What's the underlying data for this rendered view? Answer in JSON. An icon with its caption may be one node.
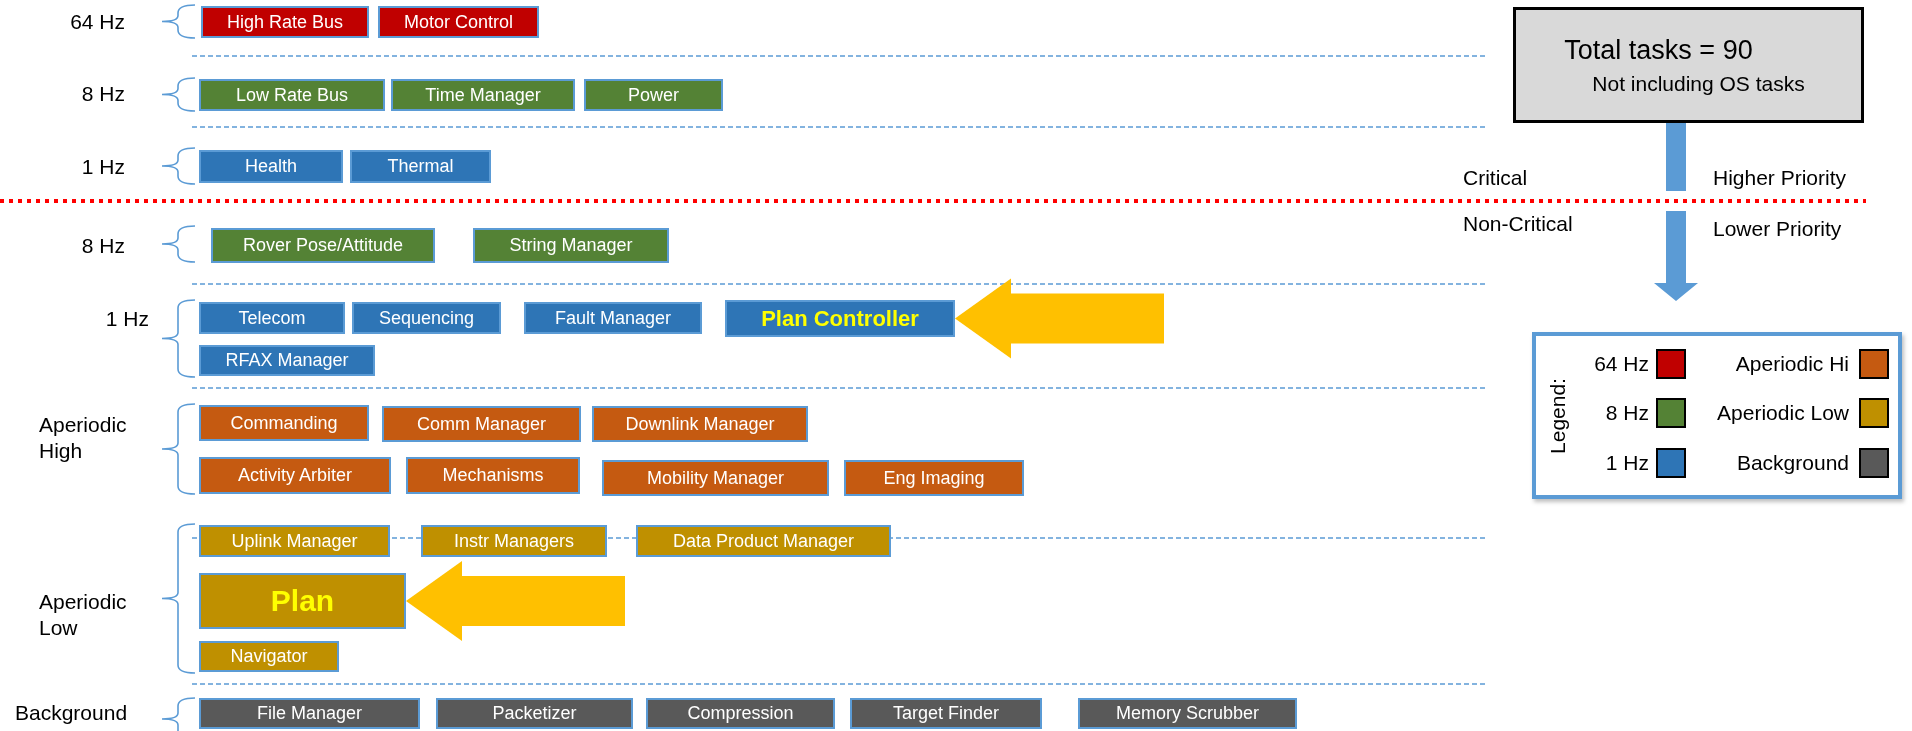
{
  "diagram": {
    "nodes": [
      {
        "text": [
          "High Rate Bus"
        ]
      },
      {
        "text": [
          "Motor Control"
        ]
      },
      {
        "text": [
          "Low Rate Bus"
        ]
      },
      {
        "text": [
          "Time Manager"
        ]
      },
      {
        "text": [
          "Power"
        ]
      },
      {
        "text": [
          "Health"
        ]
      },
      {
        "text": [
          "Thermal"
        ]
      },
      {
        "text": [
          "Rover Pose/Attitude"
        ]
      },
      {
        "text": [
          "String Manager"
        ]
      },
      {
        "text": [
          "Telecom"
        ]
      },
      {
        "text": [
          "Sequencing"
        ]
      },
      {
        "text": [
          "Fault Manager"
        ]
      },
      {
        "text": [
          "Plan Controller"
        ]
      },
      {
        "text": [
          "RFAX Manager"
        ]
      },
      {
        "text": [
          "Commanding"
        ]
      },
      {
        "text": [
          "Comm Manager"
        ]
      },
      {
        "text": [
          "Downlink Manager"
        ]
      },
      {
        "text": [
          "Activity Arbiter"
        ]
      },
      {
        "text": [
          "Mechanisms"
        ]
      },
      {
        "text": [
          "Mobility Manager"
        ]
      },
      {
        "text": [
          "Eng Imaging"
        ]
      },
      {
        "text": [
          "Uplink Manager"
        ]
      },
      {
        "text": [
          "Instr Managers"
        ]
      },
      {
        "text": [
          "Data Product Manager"
        ]
      },
      {
        "text": [
          "Plan"
        ]
      },
      {
        "text": [
          "Navigator"
        ]
      },
      {
        "text": [
          "File Manager"
        ]
      },
      {
        "text": [
          "Packetizer"
        ]
      },
      {
        "text": [
          "Compression"
        ]
      },
      {
        "text": [
          "Target Finder"
        ]
      },
      {
        "text": [
          "Memory Scrubber"
        ]
      },
      {
        "text": [
          "Total tasks = 90",
          "Not including OS tasks"
        ]
      }
    ],
    "edges": [
      {
        "from": null,
        "to": 12,
        "arrow": "to"
      },
      {
        "from": null,
        "to": 24,
        "arrow": "to"
      }
    ],
    "labels": [
      "64 Hz",
      "8 Hz",
      "1 Hz",
      "Critical",
      "Higher Priority",
      "Non-Critical",
      "Lower Priority",
      "8 Hz",
      "1 Hz",
      "Aperiodic High",
      "Aperiodic Low",
      "Background",
      "Legend:"
    ],
    "legend": [
      {
        "text": "64 Hz",
        "color": "#c00000"
      },
      {
        "text": "8 Hz",
        "color": "#548235"
      },
      {
        "text": "1 Hz",
        "color": "#2e75b6"
      },
      {
        "text": "Aperiodic Hi",
        "color": "#c55a11"
      },
      {
        "text": "Aperiodic Low",
        "color": "#bf9000"
      },
      {
        "text": "Background",
        "color": "#595959"
      }
    ]
  }
}
